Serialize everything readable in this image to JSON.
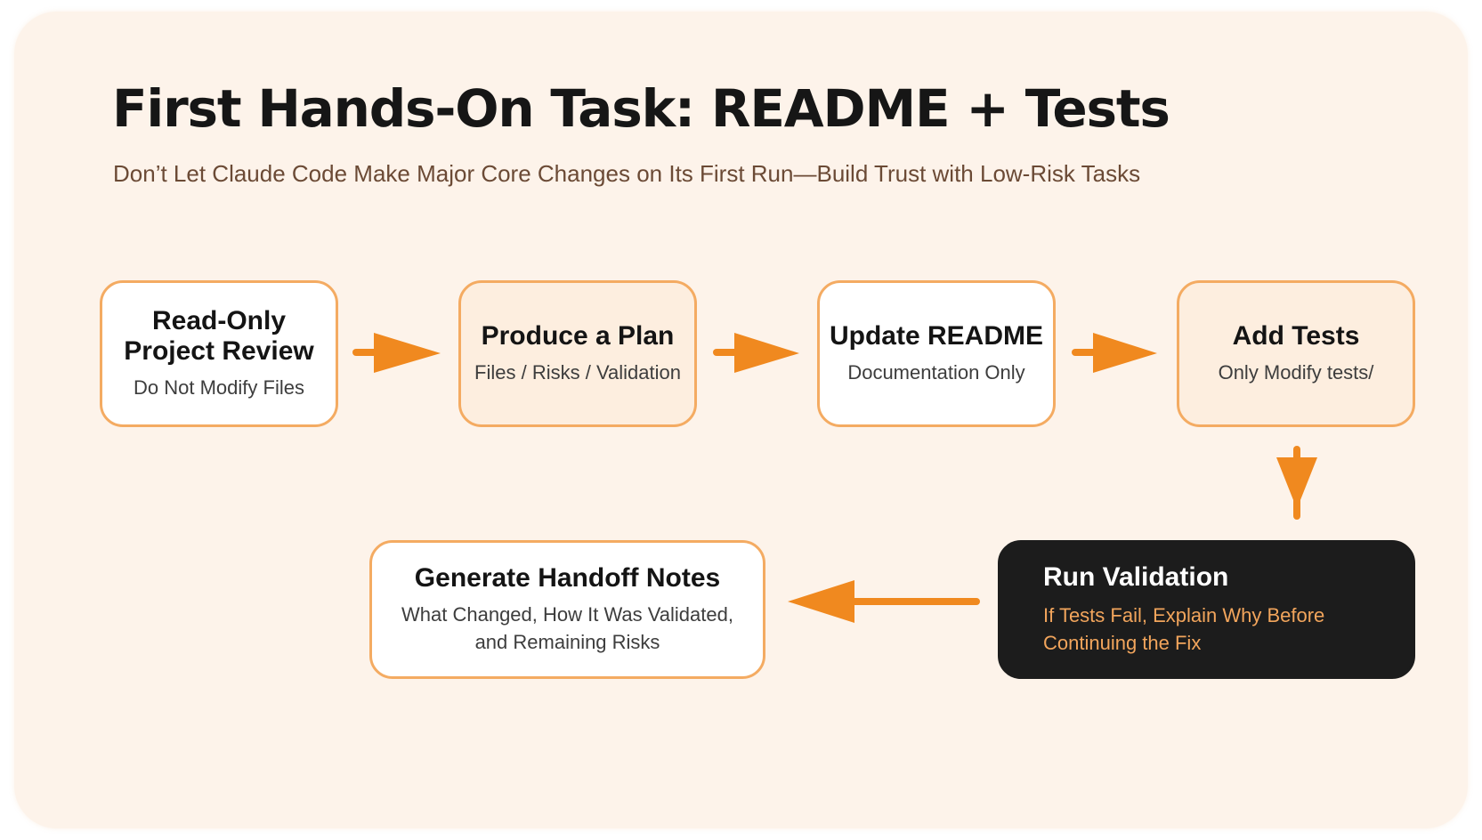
{
  "title": "First Hands-On Task: README + Tests",
  "subtitle": "Don’t Let Claude Code Make Major Core Changes on Its First Run—Build Trust with Low-Risk Tasks",
  "colors": {
    "background": "#fdf3ea",
    "accent": "#f0891f",
    "border": "#f4ab62",
    "dark_node": "#1c1c1c",
    "dark_node_text": "#f2a55c"
  },
  "steps": [
    {
      "title": "Read-Only Project Review",
      "subtitle": "Do Not Modify Files"
    },
    {
      "title": "Produce a Plan",
      "subtitle": "Files / Risks / Validation"
    },
    {
      "title": "Update README",
      "subtitle": "Documentation Only"
    },
    {
      "title": "Add Tests",
      "subtitle": "Only Modify tests/"
    },
    {
      "title": "Run Validation",
      "subtitle": "If Tests Fail, Explain Why Before Continuing the Fix"
    },
    {
      "title": "Generate Handoff Notes",
      "subtitle": "What Changed, How It Was Validated, and Remaining Risks"
    }
  ]
}
